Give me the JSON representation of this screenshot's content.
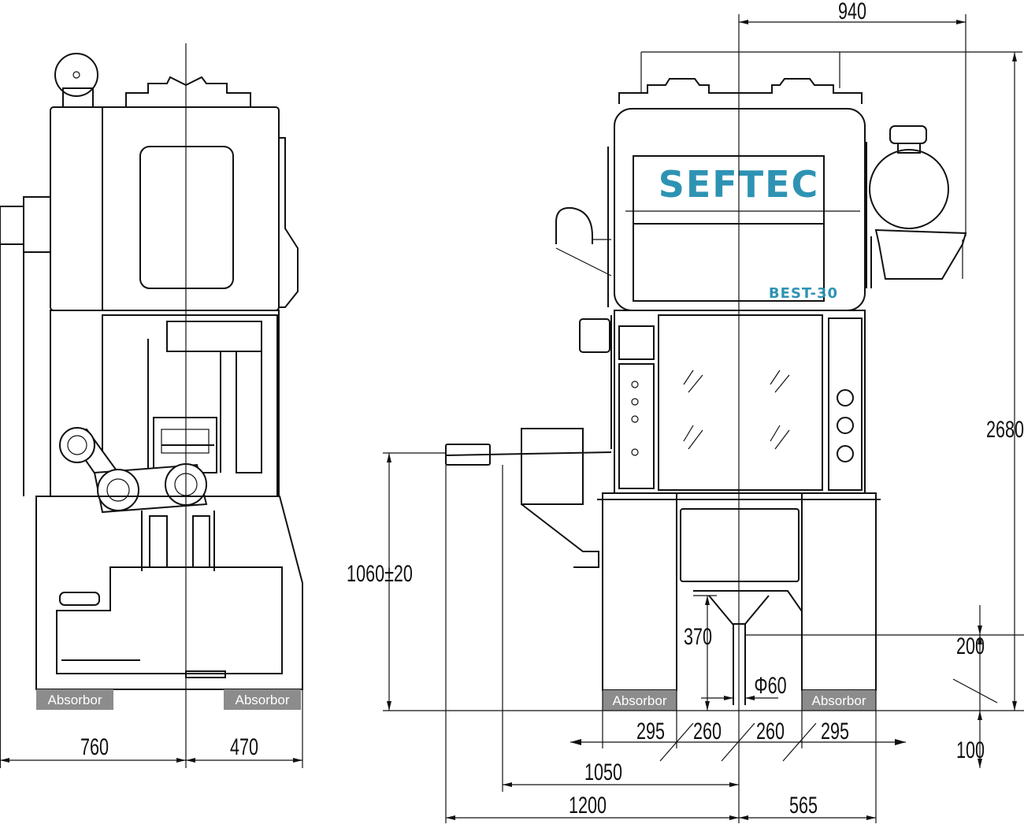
{
  "brand": {
    "name": "SEFTEC",
    "model": "BEST-30",
    "color": "#2e93b3"
  },
  "absorber": {
    "label": "Absorbor",
    "color": "#8c8c8c"
  },
  "side_view": {
    "dimensions": {
      "width_left": "760",
      "width_right": "470"
    }
  },
  "front_view": {
    "dimensions": {
      "top_width": "940",
      "total_height": "2680",
      "feed_height": "1060±20",
      "hole_depth": "370",
      "hole_diameter": "Φ60",
      "hole_right": "200",
      "floor_gap": "100",
      "foot_1": "295",
      "foot_2": "260",
      "foot_3": "260",
      "foot_4": "295",
      "to_center_1050": "1050",
      "to_center_1200": "1200",
      "right_565": "565"
    }
  }
}
